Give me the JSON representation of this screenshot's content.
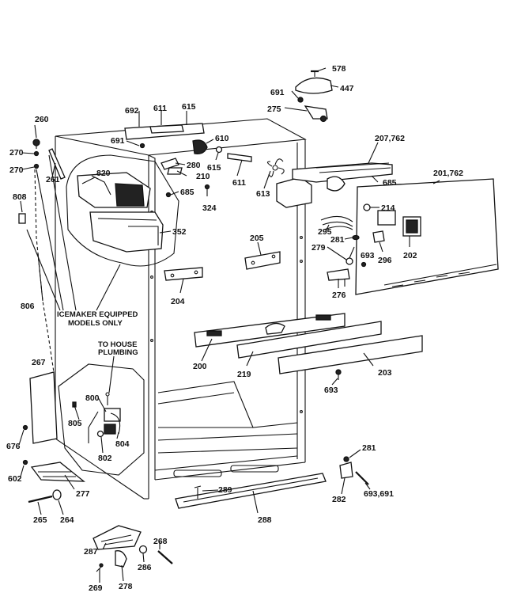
{
  "labels": {
    "578": "578",
    "447": "447",
    "691a": "691",
    "275": "275",
    "692": "692",
    "611a": "611",
    "615a": "615",
    "691b": "691",
    "610": "610",
    "615b": "615",
    "611b": "611",
    "613": "613",
    "207_762": "207,762",
    "260": "260",
    "270a": "270",
    "270b": "270",
    "261": "261",
    "820": "820",
    "280": "280",
    "210": "210",
    "685a": "685",
    "324": "324",
    "685b": "685",
    "201_762": "201,762",
    "214": "214",
    "295": "295",
    "281a": "281",
    "693a": "693",
    "279": "279",
    "296": "296",
    "202": "202",
    "276": "276",
    "808": "808",
    "352": "352",
    "205": "205",
    "204": "204",
    "806": "806",
    "200": "200",
    "219": "219",
    "203": "203",
    "693b": "693",
    "267": "267",
    "800": "800",
    "805": "805",
    "804": "804",
    "802": "802",
    "676": "676",
    "602": "602",
    "277": "277",
    "281b": "281",
    "289": "289",
    "288": "288",
    "282": "282",
    "693_691": "693,691",
    "265": "265",
    "264": "264",
    "268": "268",
    "287": "287",
    "286": "286",
    "269": "269",
    "278": "278"
  },
  "notes": {
    "icemaker_line1": "ICEMAKER EQUIPPED",
    "icemaker_line2": "MODELS ONLY",
    "plumbing_line1": "TO HOUSE",
    "plumbing_line2": "PLUMBING"
  }
}
